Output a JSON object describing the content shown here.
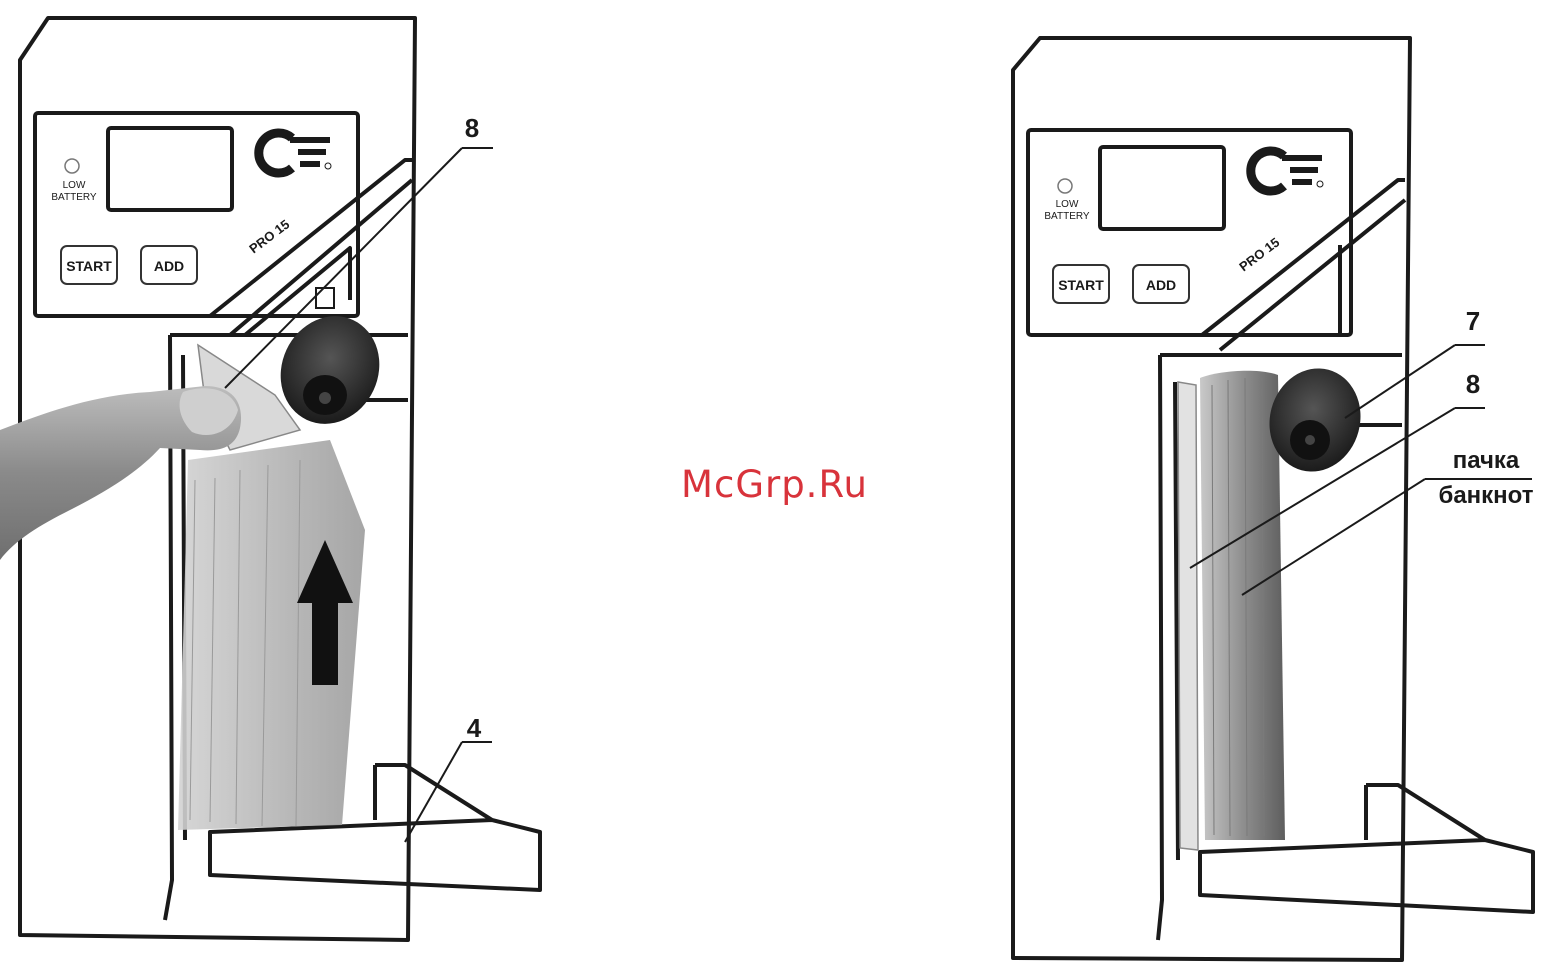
{
  "watermark": {
    "text": "McGrp.Ru",
    "color": "#d8333b"
  },
  "device": {
    "led_label_line1": "LOW",
    "led_label_line2": "BATTERY",
    "start_label": "START",
    "add_label": "ADD",
    "model_label": "PRO 15"
  },
  "callouts": {
    "left_8": "8",
    "left_4": "4",
    "right_7": "7",
    "right_8": "8",
    "stack_line1": "пачка",
    "stack_line2": "банкнот"
  },
  "colors": {
    "outline": "#1a1a1a",
    "knob": "#2b2b2b",
    "banknote": "#b9b9b9",
    "finger": "#9a9a9a"
  }
}
